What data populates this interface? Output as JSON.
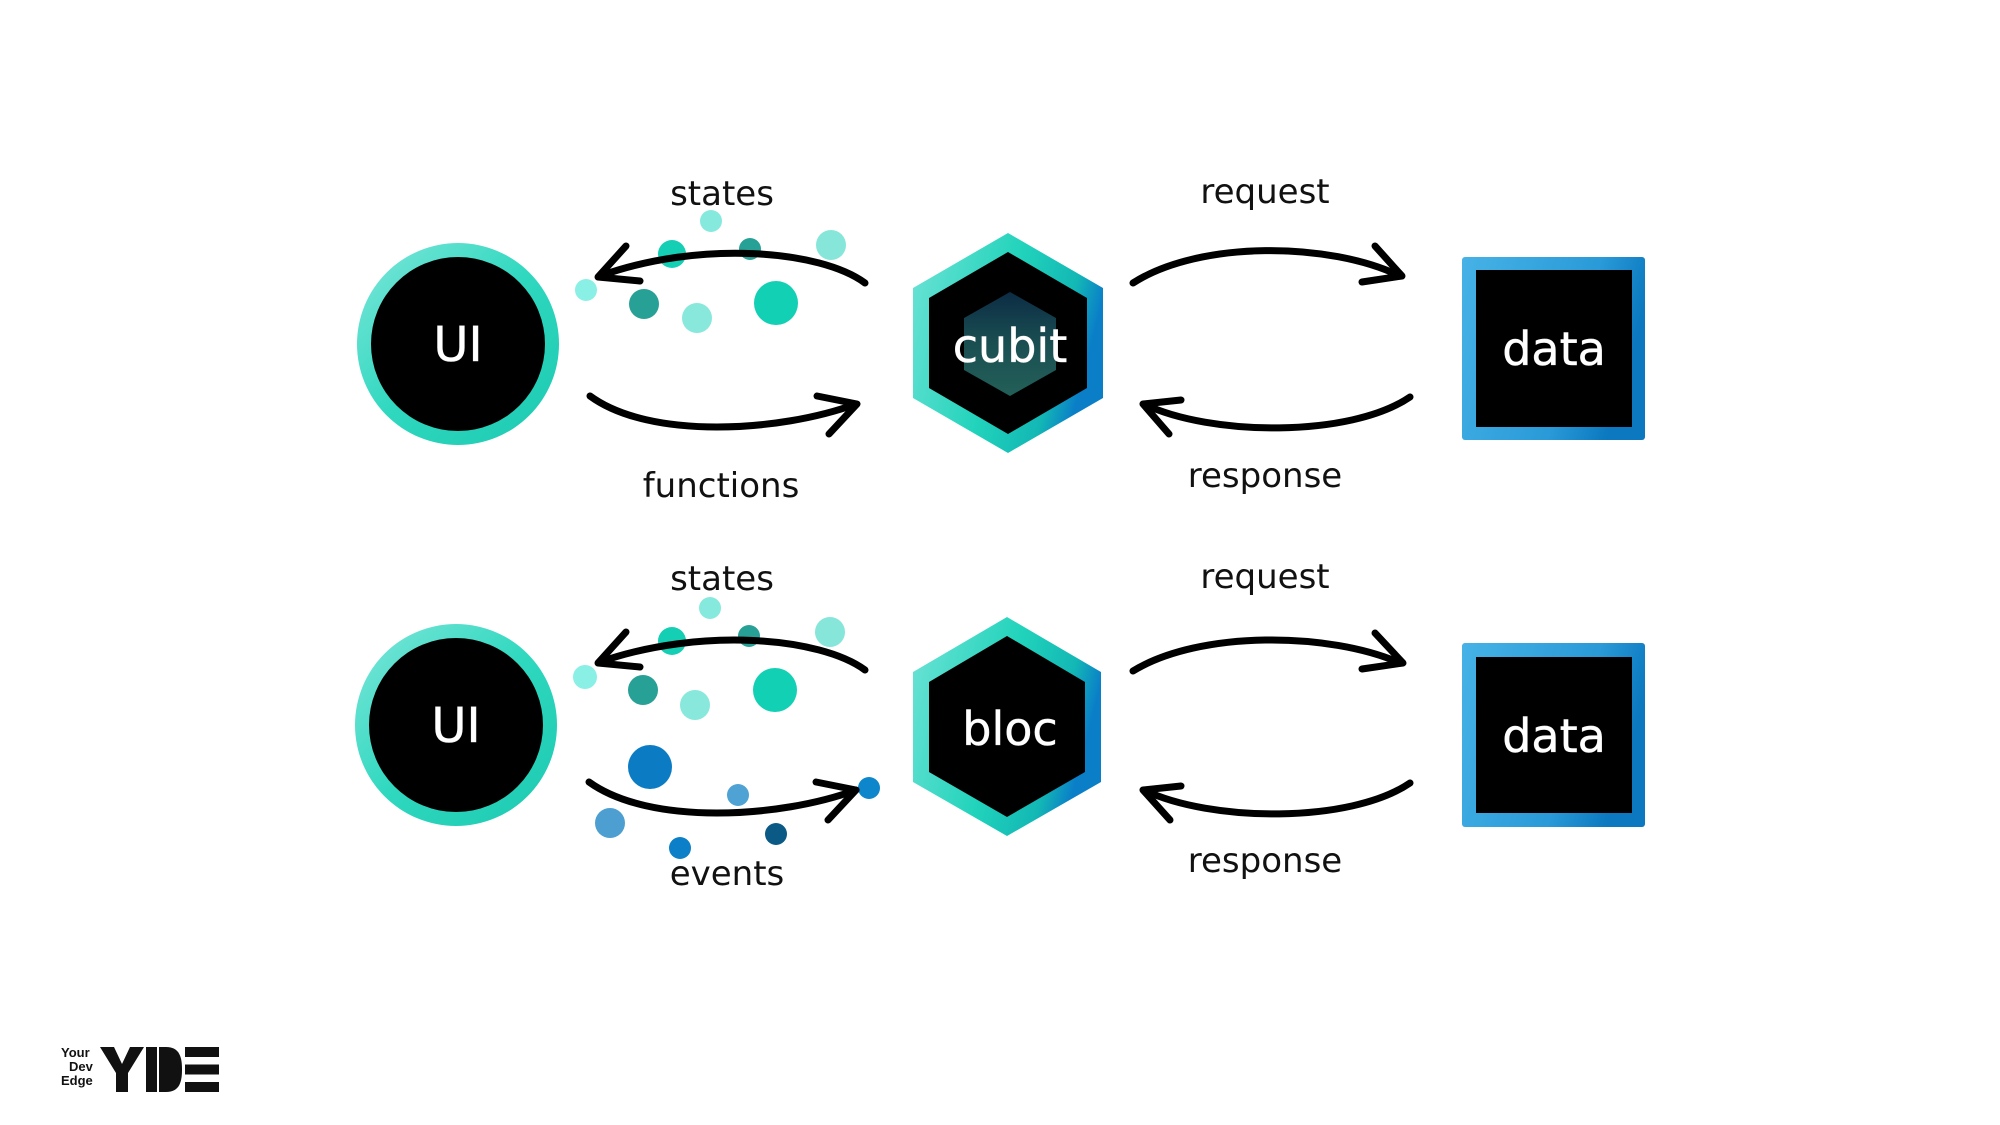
{
  "diagrams": [
    {
      "name": "cubit-flow",
      "ui_label": "UI",
      "middle_label": "cubit",
      "data_label": "data",
      "left_top_label": "states",
      "left_bottom_label": "functions",
      "right_top_label": "request",
      "right_bottom_label": "response"
    },
    {
      "name": "bloc-flow",
      "ui_label": "UI",
      "middle_label": "bloc",
      "data_label": "data",
      "left_top_label": "states",
      "left_bottom_label": "events",
      "right_top_label": "request",
      "right_bottom_label": "response"
    }
  ],
  "logo": {
    "small_lines": [
      "Your",
      "Dev",
      "Edge"
    ],
    "wordmark": "YDE"
  },
  "colors": {
    "teal_ring": "#2fd9c0",
    "teal_light": "#7ee8dc",
    "teal_dark": "#27a095",
    "teal_mid": "#12cfb2",
    "blue_ring": "#2b9ad8",
    "blue_dark": "#0b5a86",
    "blue_mid": "#0a7cc2",
    "blue_light": "#4ca3d4",
    "node_fill": "#000000",
    "cubit_inner": "#1d5a55"
  }
}
